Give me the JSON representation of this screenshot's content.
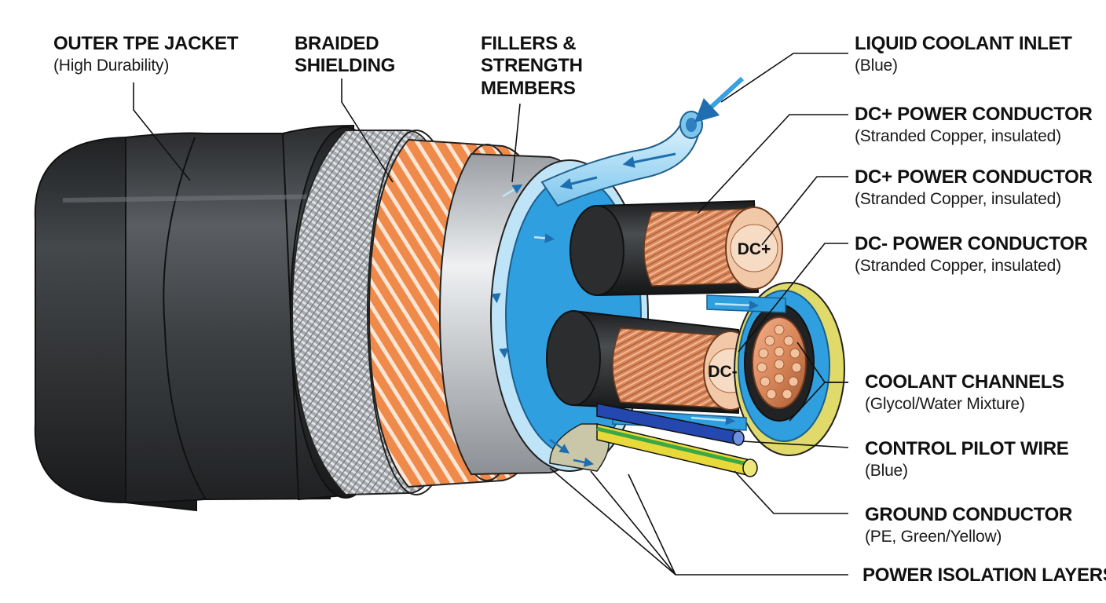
{
  "diagram": {
    "labels": {
      "outer_jacket": {
        "title": "OUTER TPE JACKET",
        "subtitle": "(High Durability)"
      },
      "braided_shielding": {
        "title_line1": "BRAIDED",
        "title_line2": "SHIELDING"
      },
      "fillers": {
        "title_line1": "FILLERS &",
        "title_line2": "STRENGTH",
        "title_line3": "MEMBERS"
      },
      "coolant_inlet": {
        "title": "LIQUID COOLANT INLET",
        "subtitle": "(Blue)"
      },
      "dc_plus_1": {
        "title": "DC+ POWER CONDUCTOR",
        "subtitle": "(Stranded Copper, insulated)"
      },
      "dc_plus_2": {
        "title": "DC+ POWER CONDUCTOR",
        "subtitle": "(Stranded Copper, insulated)"
      },
      "dc_minus": {
        "title": "DC- POWER CONDUCTOR",
        "subtitle": "(Stranded Copper, insulated)"
      },
      "coolant_channels": {
        "title": "COOLANT CHANNELS",
        "subtitle": "(Glycol/Water Mixture)"
      },
      "pilot_wire": {
        "title": "CONTROL PILOT WIRE",
        "subtitle": "(Blue)"
      },
      "ground_conductor": {
        "title": "GROUND CONDUCTOR",
        "subtitle": "(PE, Green/Yellow)"
      },
      "isolation_layers": {
        "title": "POWER ISOLATION LAYERS"
      }
    },
    "conductor_marks": {
      "dc_plus": "DC+",
      "dc_minus": "DC-"
    },
    "colors": {
      "jacket": "#3b3e41",
      "jacket_edge": "#202224",
      "braid": "#b9bcc0",
      "copper": "#d9875a",
      "copper_shield": "#ef8a4a",
      "filler": "#d8dadd",
      "coolant": "#2f9fe0",
      "coolant_light": "#bfe4f7",
      "insulation": "#2b2d2f",
      "pilot_wire": "#2448b0",
      "ground_green": "#3aa844",
      "ground_yellow": "#e8d83a"
    }
  }
}
